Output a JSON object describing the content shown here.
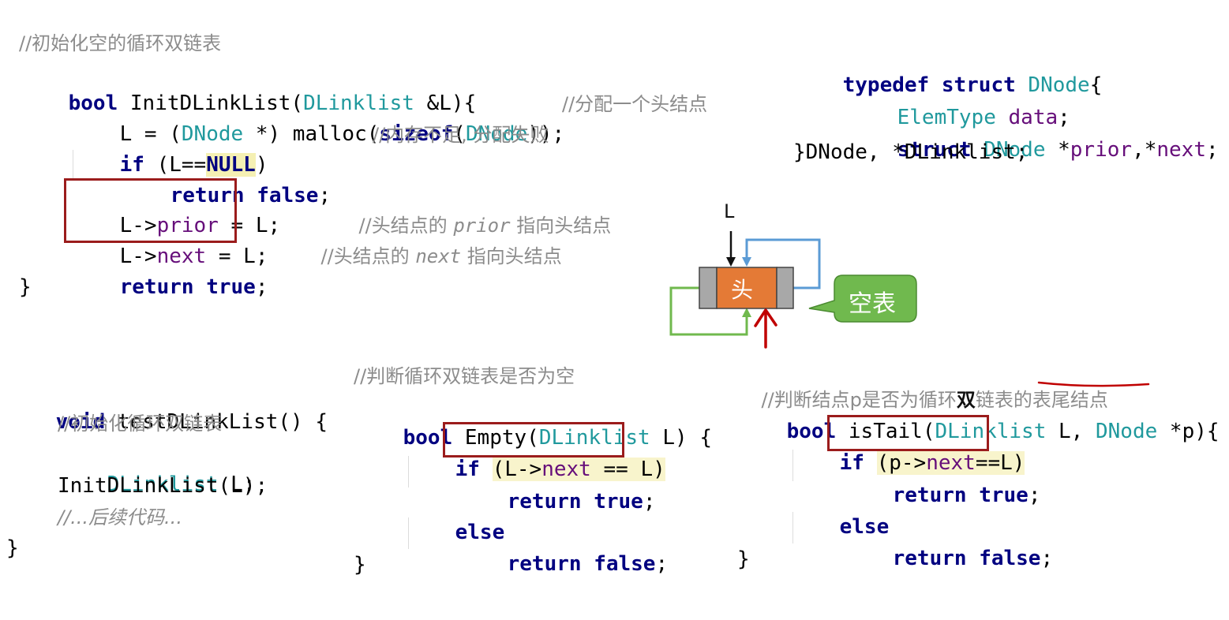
{
  "init": {
    "comment": "//初始化空的循环双链表",
    "sig_kw": "bool",
    "sig_name": " InitDLinkList(",
    "sig_type": "DLinklist",
    "sig_rest": " &L){",
    "l2_a": "L = (",
    "l2_type": "DNode",
    "l2_b": " *) malloc(",
    "l2_kw": "sizeof",
    "l2_c": "(",
    "l2_type2": "DNode",
    "l2_d": "));",
    "l2_comment": "//分配一个头结点",
    "l3_kw": "if",
    "l3_a": " (L==",
    "l3_null": "NULL",
    "l3_b": ")",
    "l3_comment": "//内存不足, 分配失败",
    "l4_kw": "return false",
    "l4_end": ";",
    "l5_a": "L->",
    "l5_f": "prior",
    "l5_b": " = L;",
    "l5_comment_a": "//头结点的 ",
    "l5_comment_i": "prior",
    "l5_comment_b": " 指向头结点",
    "l6_a": "L->",
    "l6_f": "next",
    "l6_b": " = L;",
    "l6_comment_a": "//头结点的 ",
    "l6_comment_i": "next",
    "l6_comment_b": " 指向头结点",
    "l7_kw": "return true",
    "l7_end": ";",
    "close": "}"
  },
  "typedef": {
    "l1_kw": "typedef struct",
    "l1_type": " DNode",
    "l1_b": "{",
    "l2_type": "ElemType",
    "l2_f": " data",
    "l2_b": ";",
    "l3_kw": "struct",
    "l3_type": " DNode",
    "l3_a": " *",
    "l3_f1": "prior",
    "l3_c": ",*",
    "l3_f2": "next",
    "l3_d": ";",
    "l4": "}DNode, *DLinklist;"
  },
  "diagram": {
    "pointer_label": "L",
    "node_label": "头",
    "bubble_label": "空表",
    "node_color": "#e47a36",
    "side_color": "#a8a8a8",
    "bubble_color": "#70b94e",
    "blue_link": "#5b9bd5",
    "green_link": "#70b94e",
    "red_mark": "#c00000"
  },
  "test": {
    "sig_kw": "void",
    "sig_rest": " testDLinkList() {",
    "comment": "//初始化循环双链表",
    "l2_type": "DLinklist",
    "l2_rest": " L;",
    "l3": "InitDLinkList(L);",
    "l4_comment": "//...后续代码...",
    "close": "}"
  },
  "empty": {
    "comment": "//判断循环双链表是否为空",
    "sig_kw": "bool",
    "sig_name": " Empty(",
    "sig_type": "DLinklist",
    "sig_rest": " L) {",
    "l2_kw": "if",
    "l2_a": "(L->",
    "l2_f": "next",
    "l2_b": " == L)",
    "l3_kw": "return true",
    "l3_end": ";",
    "l4_kw": "else",
    "l5_kw": "return false",
    "l5_end": ";",
    "close": "}"
  },
  "istail": {
    "comment_a": "//判断结点p是否为循环",
    "comment_mark": "双",
    "comment_b": "链表的",
    "comment_c": "表尾结点",
    "sig_kw": "bool",
    "sig_name": " isTail(",
    "sig_type": "DLinklist",
    "sig_mid": " L, ",
    "sig_type2": "DNode",
    "sig_rest": " *p){",
    "l2_kw": "if",
    "l2_a": "(p->",
    "l2_f": "next",
    "l2_b": "==L)",
    "l3_kw": "return true",
    "l3_end": ";",
    "l4_kw": "else",
    "l5_kw": "return false",
    "l5_end": ";",
    "close": "}"
  }
}
